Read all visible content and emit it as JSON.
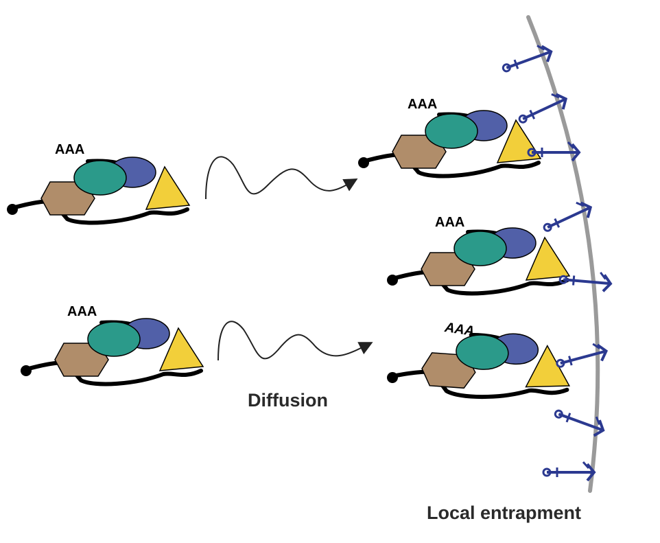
{
  "labels": {
    "poly_a_tail": "AAA",
    "diffusion": "Diffusion",
    "local_entrapment": "Local entrapment"
  },
  "colors": {
    "membrane": "#9a9a9a",
    "anchor": "#2b3990",
    "teal_ellipse": "#2b9a8a",
    "blue_ellipse": "#5160a8",
    "hexagon": "#b08d6a",
    "triangle": "#f2cf3a",
    "mrna": "#000000"
  },
  "icons": {
    "complex": "mrnp-complex-icon",
    "anchor": "membrane-anchor-icon",
    "arrow": "wavy-arrow-icon"
  }
}
